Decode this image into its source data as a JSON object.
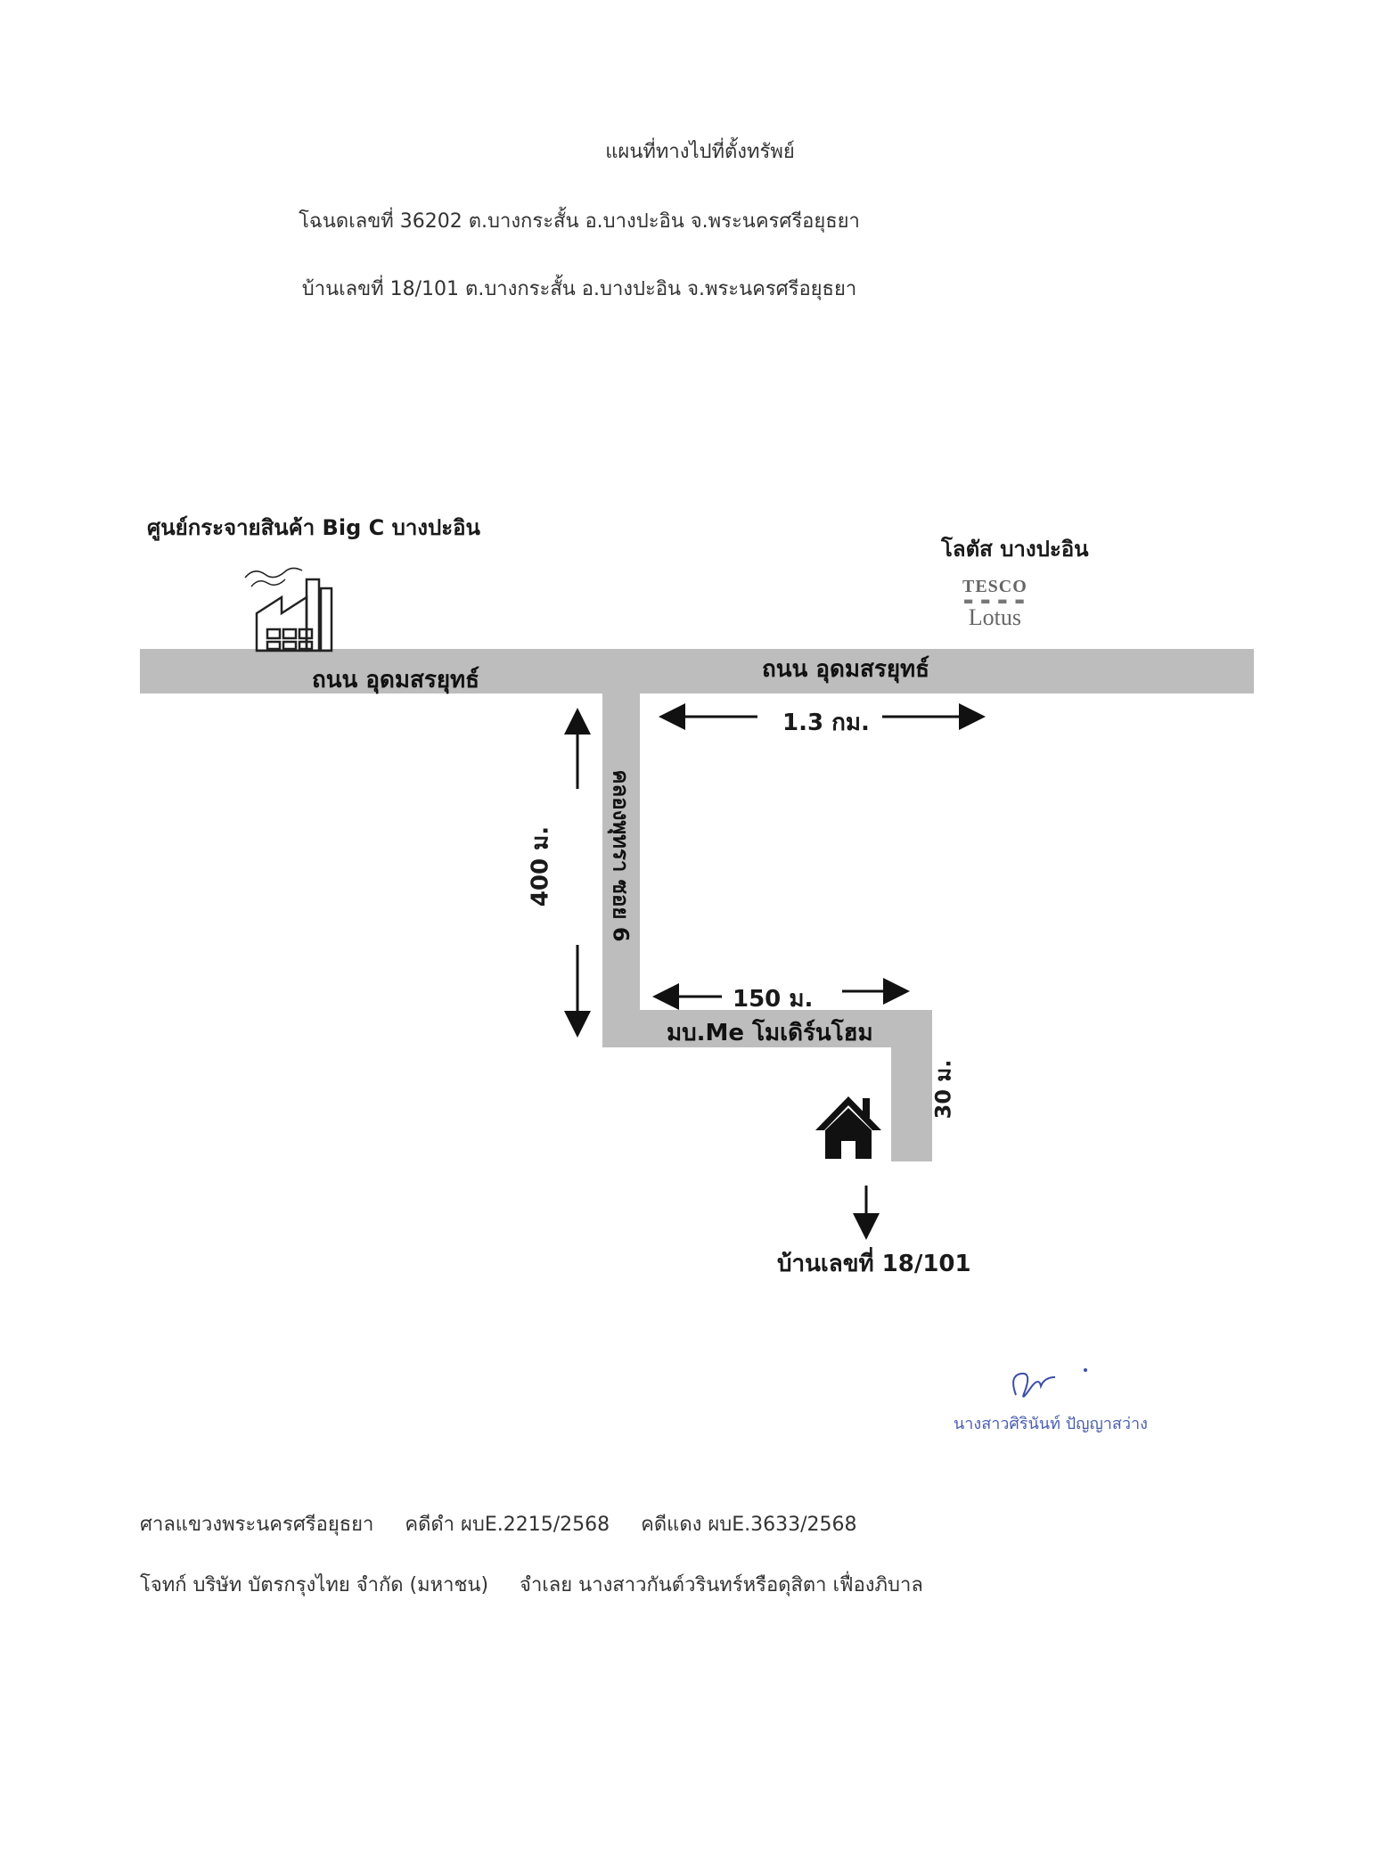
{
  "header": {
    "title": "แผนที่ทางไปที่ตั้งทรัพย์",
    "deed_line": "โฉนดเลขที่ 36202 ต.บางกระสั้น อ.บางปะอิน จ.พระนครศรีอยุธยา",
    "house_line": "บ้านเลขที่ 18/101 ต.บางกระสั้น อ.บางปะอิน จ.พระนครศรีอยุธยา"
  },
  "map": {
    "bigc_label": "ศูนย์กระจายสินค้า Big C บางปะอิน",
    "lotus_label": "โลตัส บางปะอิน",
    "tesco_logo": {
      "top": "TESCO",
      "bottom": "Lotus"
    },
    "main_road_left": "ถนน อุดมสรยุทธ์",
    "main_road_right": "ถนน อุดมสรยุทธ์",
    "distance_main": "1.3 กม.",
    "soi_label": "คลองพุทรา ซอย 6",
    "distance_soi": "400 ม.",
    "distance_village": "150 ม.",
    "village_label": "มบ.Me โมเดิร์นโฮม",
    "distance_last": "30 ม.",
    "house_label": "บ้านเลขที่ 18/101",
    "icons": [
      "factory-icon",
      "house-icon"
    ],
    "road_color": "#bdbdbd"
  },
  "signature": {
    "name": "นางสาวศิรินันท์ ปัญญาสว่าง"
  },
  "footer": {
    "court": "ศาลแขวงพระนครศรีอยุธยา",
    "black_case": "คดีดำ ผบE.2215/2568",
    "red_case": "คดีแดง ผบE.3633/2568",
    "plaintiff": "โจทก์ บริษัท บัตรกรุงไทย จำกัด (มหาชน)",
    "defendant": "จำเลย นางสาวกันต์วรินทร์หรือดุสิตา เฟื่องภิบาล"
  }
}
